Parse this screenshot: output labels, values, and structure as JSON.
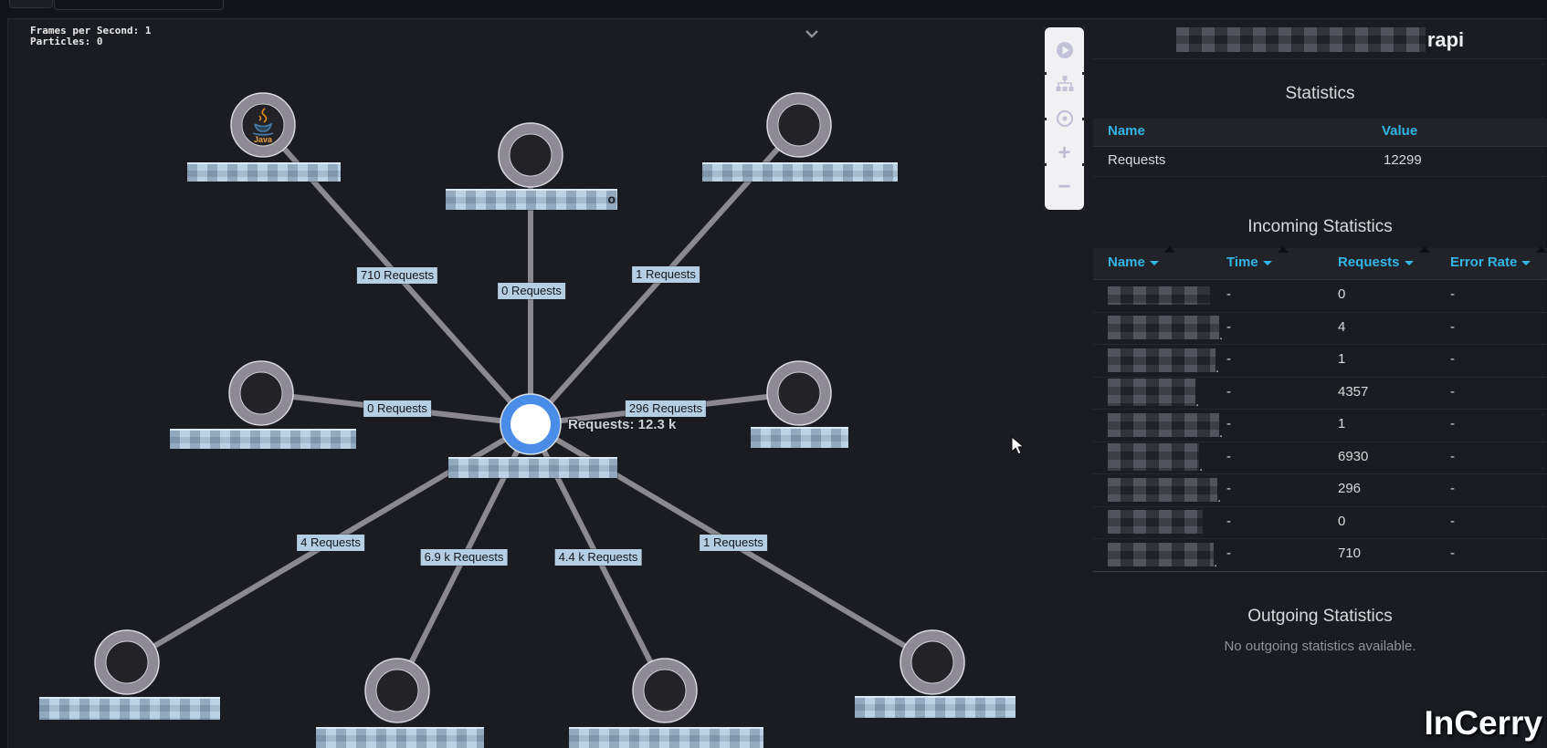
{
  "hud": {
    "fps": "Frames per Second: 1",
    "particles": "Particles: 0"
  },
  "watermark": "InCerry",
  "colors": {
    "accent_cyan": "#33b5e5",
    "center_node_blue": "#4a8de8",
    "edge_gray": "#8b888f",
    "label_blue": "#b4cee3"
  },
  "toolbar": {
    "buttons": [
      {
        "name": "play",
        "icon": "play-icon"
      },
      {
        "name": "layout",
        "icon": "sitemap-icon"
      },
      {
        "name": "focus",
        "icon": "focus-icon"
      },
      {
        "name": "zoom-in",
        "icon": "plus-icon",
        "glyph": "+"
      },
      {
        "name": "zoom-out",
        "icon": "minus-icon",
        "glyph": "−"
      }
    ]
  },
  "graph": {
    "center_requests_label": "Requests: 12.3 k",
    "nodes": [
      {
        "id": "node-1",
        "icon": "java",
        "label_redacted": true
      },
      {
        "id": "node-2",
        "label_redacted": true,
        "label_suffix": "o"
      },
      {
        "id": "node-3",
        "label_redacted": true
      },
      {
        "id": "node-4",
        "label_redacted": true
      },
      {
        "id": "node-5",
        "label_redacted": true
      },
      {
        "id": "node-6",
        "label_redacted": true
      },
      {
        "id": "node-7",
        "label_redacted": true
      },
      {
        "id": "node-8",
        "label_redacted": true
      },
      {
        "id": "node-9",
        "label_redacted": true
      },
      {
        "id": "center",
        "type": "center",
        "label_redacted": true
      }
    ],
    "edges": [
      {
        "to": "node-1",
        "label": "710 Requests"
      },
      {
        "to": "node-2",
        "label": "0 Requests"
      },
      {
        "to": "node-3",
        "label": "1 Requests"
      },
      {
        "to": "node-4",
        "label": "0 Requests"
      },
      {
        "to": "node-5",
        "label": "296 Requests"
      },
      {
        "to": "node-6",
        "label": "4 Requests"
      },
      {
        "to": "node-7",
        "label": "6.9 k Requests"
      },
      {
        "to": "node-8",
        "label": "4.4 k Requests"
      },
      {
        "to": "node-9",
        "label": "1 Requests"
      }
    ]
  },
  "sidebar": {
    "title_suffix": "rapi",
    "statistics": {
      "heading": "Statistics",
      "columns": [
        "Name",
        "Value"
      ],
      "rows": [
        {
          "name": "Requests",
          "value": "12299"
        }
      ]
    },
    "incoming": {
      "heading": "Incoming Statistics",
      "columns": [
        "Name",
        "Time",
        "Requests",
        "Error Rate"
      ],
      "rows": [
        {
          "time": "-",
          "requests": "0",
          "error_rate": "-",
          "truncated": false
        },
        {
          "time": "-",
          "requests": "4",
          "error_rate": "-",
          "truncated": true
        },
        {
          "time": "-",
          "requests": "1",
          "error_rate": "-",
          "truncated": true
        },
        {
          "time": "-",
          "requests": "4357",
          "error_rate": "-",
          "truncated": true
        },
        {
          "time": "-",
          "requests": "1",
          "error_rate": "-",
          "truncated": true
        },
        {
          "time": "-",
          "requests": "6930",
          "error_rate": "-",
          "truncated": true
        },
        {
          "time": "-",
          "requests": "296",
          "error_rate": "-",
          "truncated": true
        },
        {
          "time": "-",
          "requests": "0",
          "error_rate": "-",
          "truncated": false
        },
        {
          "time": "-",
          "requests": "710",
          "error_rate": "-",
          "truncated": true
        }
      ]
    },
    "outgoing": {
      "heading": "Outgoing Statistics",
      "empty_text": "No outgoing statistics available."
    }
  }
}
